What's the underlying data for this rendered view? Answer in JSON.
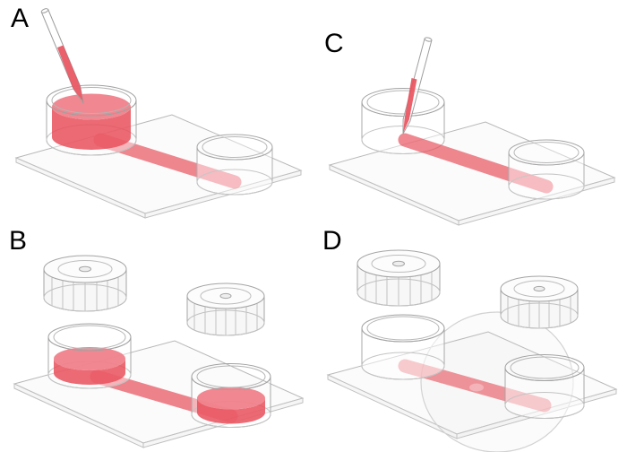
{
  "figure": {
    "background": "#ffffff",
    "panels": [
      {
        "label": "A"
      },
      {
        "label": "B"
      },
      {
        "label": "C"
      },
      {
        "label": "D"
      }
    ]
  },
  "colors": {
    "liquid": "#e8505c",
    "liquid_surface": "#f0818a",
    "channel": "#e8505c",
    "droplet": "#f3b3b8"
  }
}
